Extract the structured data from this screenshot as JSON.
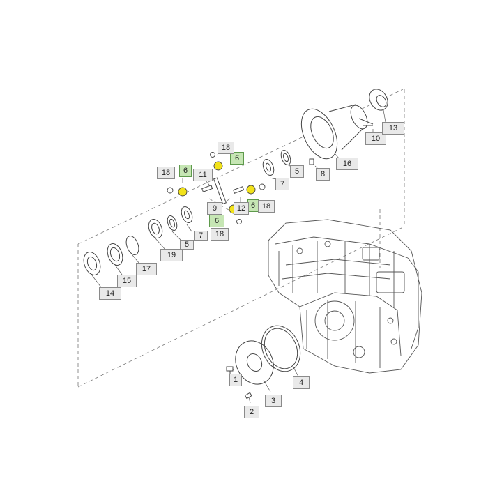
{
  "colors": {
    "line": "#444444",
    "dash": "#777777",
    "callout_fill": "#e9e9e9",
    "callout_highlight_fill": "#c6e6b4",
    "part_highlight": "#f2e21a"
  },
  "callouts": {
    "c1": "1",
    "c2": "2",
    "c3": "3",
    "c4": "4",
    "c5a": "5",
    "c5b": "5",
    "c6a": "6",
    "c6b": "6",
    "c6c": "6",
    "c6d": "6",
    "c7a": "7",
    "c7b": "7",
    "c8": "8",
    "c9": "9",
    "c10": "10",
    "c11": "11",
    "c12": "12",
    "c13": "13",
    "c14": "14",
    "c15": "15",
    "c16": "16",
    "c17": "17",
    "c18a": "18",
    "c18b": "18",
    "c18c": "18",
    "c18d": "18",
    "c19": "19"
  }
}
